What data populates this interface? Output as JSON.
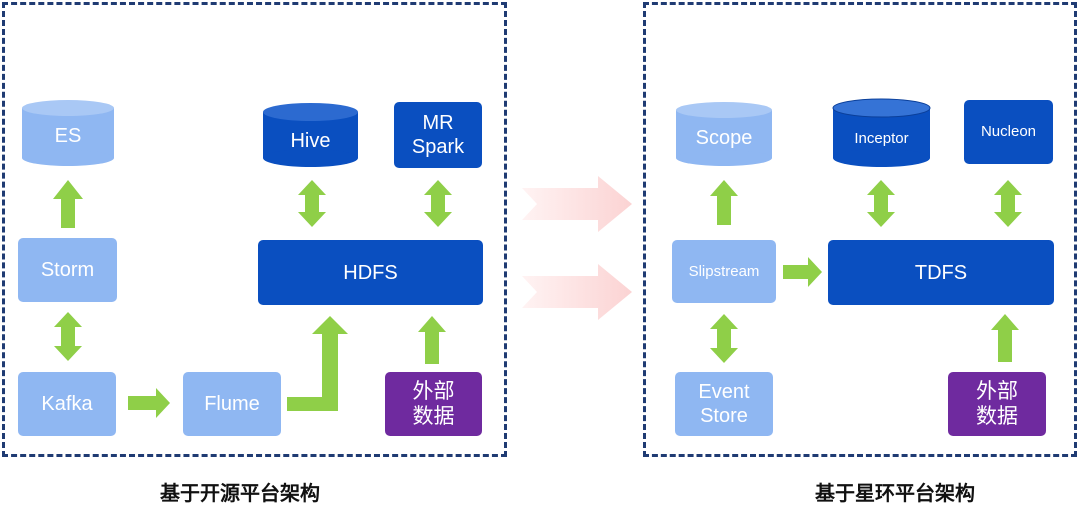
{
  "left": {
    "caption": "基于开源平台架构",
    "nodes": {
      "es": "ES",
      "hive": "Hive",
      "mr_spark": "MR\nSpark",
      "storm": "Storm",
      "hdfs": "HDFS",
      "kafka": "Kafka",
      "flume": "Flume",
      "external_data": "外部\n数据"
    }
  },
  "right": {
    "caption": "基于星环平台架构",
    "nodes": {
      "scope": "Scope",
      "inceptor": "Inceptor",
      "nucleon": "Nucleon",
      "slipstream": "Slipstream",
      "tdfs": "TDFS",
      "event_store": "Event\nStore",
      "external_data": "外部\n数据"
    }
  },
  "colors": {
    "light_blue": "#8fb7f2",
    "dark_blue": "#0a4fc0",
    "purple": "#6f2a9f",
    "arrow_green": "#8fcf48",
    "transition_arrow_pink": "#fbd3d3",
    "panel_border": "#1f3b73"
  }
}
